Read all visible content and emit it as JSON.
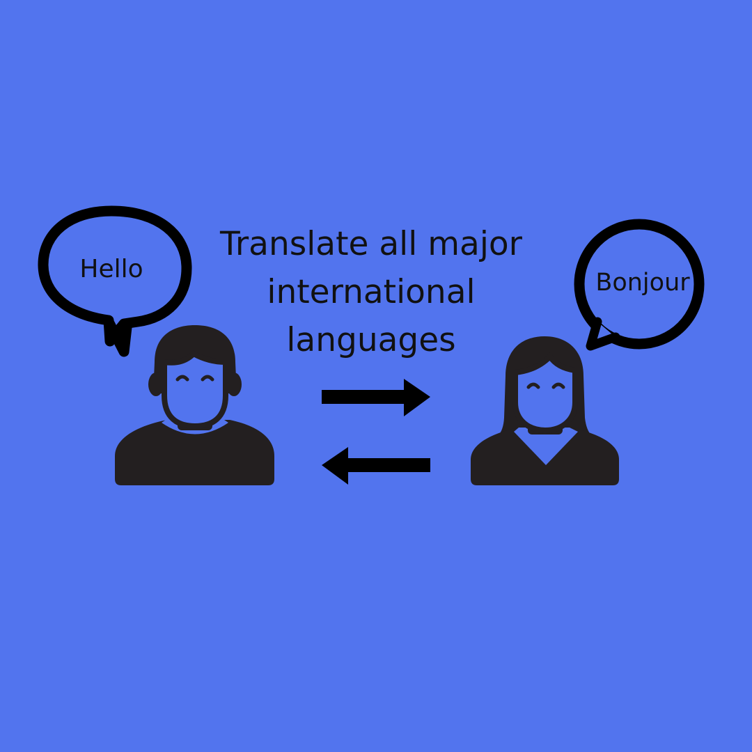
{
  "headline": {
    "line1": "Translate all major",
    "line2": "international",
    "line3": "languages"
  },
  "left_speaker": {
    "bubble_text": "Hello",
    "icon": "man-avatar-icon"
  },
  "right_speaker": {
    "bubble_text": "Bonjour",
    "icon": "woman-avatar-icon"
  },
  "arrows": {
    "top": "arrow-right-icon",
    "bottom": "arrow-left-icon"
  },
  "colors": {
    "background": "#5274ee",
    "ink": "#231f20"
  }
}
